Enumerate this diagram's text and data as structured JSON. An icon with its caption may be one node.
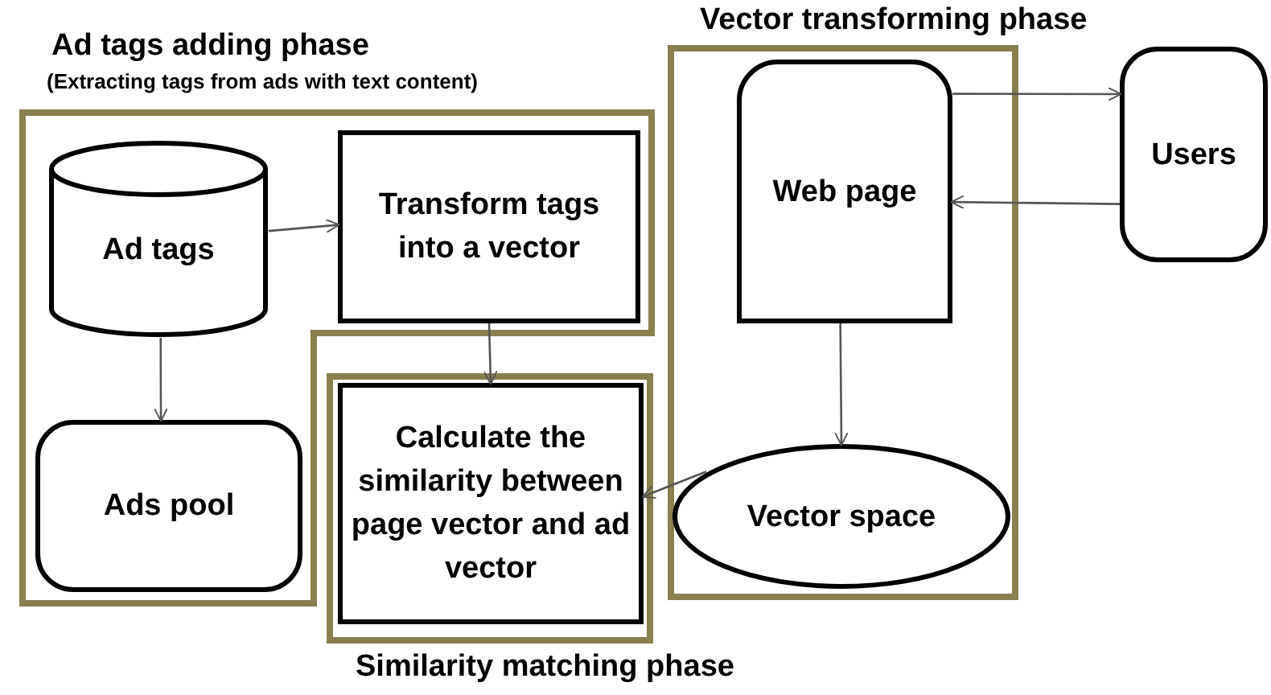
{
  "diagram": {
    "nodes": [
      {
        "text": [
          "Ad tags adding phase",
          "(Extracting tags from ads with text content)"
        ]
      },
      {
        "text": [
          "Ad tags"
        ],
        "in": 0
      },
      {
        "text": [
          "Transform tags into a vector"
        ],
        "in": 0
      },
      {
        "text": [
          "Ads pool"
        ],
        "in": 0
      },
      {
        "text": [
          "Vector transforming phase"
        ]
      },
      {
        "text": [
          "Web page"
        ],
        "in": 4
      },
      {
        "text": [
          "Vector space"
        ],
        "in": 4
      },
      {
        "text": [
          "Users"
        ]
      },
      {
        "text": [
          "Similarity matching phase"
        ]
      },
      {
        "text": [
          "Calculate the similarity between page vector and ad vector"
        ],
        "in": 8
      }
    ],
    "edges": [
      {
        "from": 1,
        "to": 2,
        "arrow": "to"
      },
      {
        "from": 1,
        "to": 3,
        "arrow": "to"
      },
      {
        "from": 2,
        "to": 9,
        "arrow": "to"
      },
      {
        "from": 5,
        "to": 7,
        "arrow": "to"
      },
      {
        "from": 7,
        "to": 5,
        "arrow": "to"
      },
      {
        "from": 5,
        "to": 6,
        "arrow": "to"
      },
      {
        "from": 6,
        "to": 9,
        "arrow": "to"
      }
    ]
  }
}
